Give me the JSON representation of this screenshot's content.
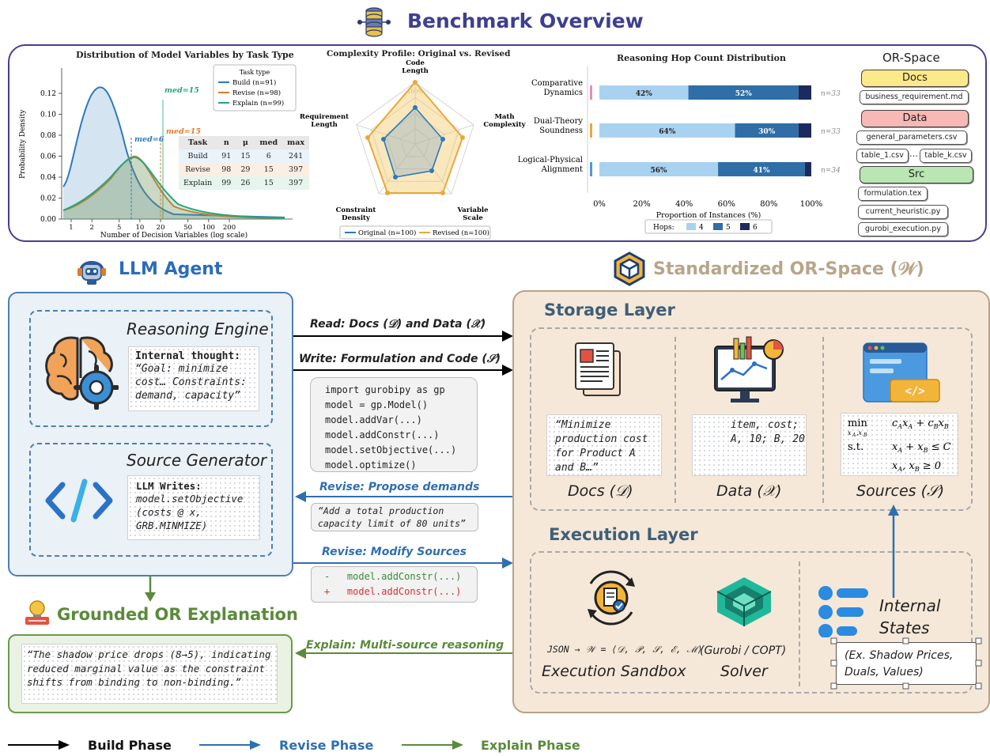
{
  "header": {
    "title": "Benchmark Overview"
  },
  "chart1": {
    "title": "Distribution of Model Variables by Task Type",
    "ylabel": "Probability Density",
    "xlabel": "Number of Decision Variables  (log scale)",
    "yticks": [
      "0.00",
      "0.02",
      "0.04",
      "0.06",
      "0.08",
      "0.10",
      "0.12"
    ],
    "xticks": [
      "1",
      "2",
      "5",
      "10",
      "20",
      "50",
      "100",
      "200"
    ],
    "legend_title": "Task type",
    "legend": [
      "Build  (n=91)",
      "Revise  (n=98)",
      "Explain  (n=99)"
    ],
    "med_labels": [
      "med=15",
      "med=6",
      "med=15"
    ],
    "table_headers": [
      "Task",
      "n",
      "μ",
      "med",
      "max"
    ],
    "table_rows": [
      [
        "Build",
        "91",
        "15",
        "6",
        "241"
      ],
      [
        "Revise",
        "98",
        "29",
        "15",
        "397"
      ],
      [
        "Explain",
        "99",
        "26",
        "15",
        "397"
      ]
    ],
    "colors": {
      "build": "#2e7ab8",
      "revise": "#e07b28",
      "explain": "#2aa37a"
    }
  },
  "chart2": {
    "title": "Complexity Profile: Original vs. Revised",
    "axes": [
      "Code\nLength",
      "Math\nComplexity",
      "Variable\nScale",
      "Constraint\nDensity",
      "Requirement\nLength"
    ],
    "rings": [
      "25%",
      "50%",
      "75%",
      "100%"
    ],
    "legend": [
      "Original (n=100)",
      "Revised (n=100)"
    ]
  },
  "chart3": {
    "title": "Reasoning Hop Count Distribution",
    "categories": [
      "Comparative\nDynamics",
      "Dual-Theory\nSoundness",
      "Logical-Physical\nAlignment"
    ],
    "n_labels": [
      "n=33",
      "n=33",
      "n=34"
    ],
    "xticks": [
      "0%",
      "20%",
      "40%",
      "60%",
      "80%",
      "100%"
    ],
    "xlabel": "Proportion of Instances (%)",
    "legend_title": "Hops:",
    "legend": [
      "4",
      "5",
      "6"
    ],
    "colors": {
      "h4": "#a9d2f1",
      "h5": "#2f6ea6",
      "h6": "#1c2a5e"
    }
  },
  "chart_data": {
    "type": "bar",
    "orientation": "horizontal-stacked",
    "title": "Reasoning Hop Count Distribution",
    "categories": [
      "Comparative Dynamics",
      "Dual-Theory Soundness",
      "Logical-Physical Alignment"
    ],
    "series": [
      {
        "name": "4",
        "values": [
          42,
          64,
          56
        ]
      },
      {
        "name": "5",
        "values": [
          52,
          30,
          41
        ]
      },
      {
        "name": "6",
        "values": [
          6,
          6,
          3
        ]
      }
    ],
    "xlabel": "Proportion of Instances (%)",
    "xlim": [
      0,
      100
    ],
    "data_labels": [
      [
        "42%",
        "52%"
      ],
      [
        "64%",
        "30%"
      ],
      [
        "56%",
        "41%"
      ]
    ]
  },
  "or_space_list": {
    "title": "OR-Space",
    "docs_label": "Docs",
    "docs_files": [
      "business_requirement.md"
    ],
    "data_label": "Data",
    "data_files": [
      "general_parameters.csv",
      "table_1.csv",
      "…",
      "table_k.csv"
    ],
    "src_label": "Src",
    "src_files": [
      "formulation.tex",
      "current_heuristic.py",
      "gurobi_execution.py"
    ]
  },
  "agent": {
    "title": "LLM Agent",
    "engine_title": "Reasoning Engine",
    "thought_label": "Internal thought:",
    "thought_text": "“Goal: minimize cost… Constraints: demand, capacity”",
    "generator_title": "Source Generator",
    "writes_label": "LLM Writes:",
    "writes_text": "model.setObjective (costs @ x, GRB.MINMIZE)"
  },
  "orspace": {
    "title": "Standardized OR-Space (𝒲)",
    "storage_title": "Storage Layer",
    "docs_quote": "“Minimize production cost for Product A and B…”",
    "docs_caption": "Docs (𝒟)",
    "data_text": "item, cost; A, 10; B, 20",
    "data_caption": "Data (𝒳)",
    "src_line1": "min   c_A x_A + c_B x_B",
    "src_sub": "x_A, x_B",
    "src_line2": "s.t.   x_A + x_B ≤ C",
    "src_line3": "x_A, x_B ≥ 0",
    "src_caption": "Sources (𝒮)",
    "exec_title": "Execution Layer",
    "json_text": "JSON → 𝒲 = ⟨𝒟, 𝒫, 𝒮, ℰ, ℳ⟩",
    "sandbox_caption": "Execution Sandbox",
    "solver_text": "(Gurobi / COPT)",
    "solver_caption": "Solver",
    "internal_title": "Internal States",
    "internal_text": "(Ex. Shadow Prices, Duals, Values)"
  },
  "arrows": {
    "read": "Read: Docs (𝒟) and Data (𝒳)",
    "write": "Write: Formulation and Code (𝒮)",
    "code_lines": [
      "import gurobipy as gp",
      "model = gp.Model()",
      "model.addVar(...)",
      "model.addConstr(...)",
      "model.setObjective(...)",
      "model.optimize()"
    ],
    "revise_propose": "Revise: Propose demands",
    "propose_quote": "“Add a total production capacity limit of 80 units”",
    "revise_modify": "Revise: Modify Sources",
    "diff_minus": "-   model.addConstr(...)",
    "diff_plus": "+   model.addConstr(...)",
    "explain": "Explain: Multi-source reasoning"
  },
  "explanation": {
    "title": "Grounded OR Explanation",
    "quote": "“The shadow price drops (8→5), indicating reduced marginal value as the constraint shifts from binding to non-binding.”"
  },
  "phase_legend": {
    "build": "Build Phase",
    "revise": "Revise Phase",
    "explain": "Explain Phase",
    "colors": {
      "build": "#000000",
      "revise": "#2f6fb0",
      "explain": "#5a8a3a"
    }
  }
}
